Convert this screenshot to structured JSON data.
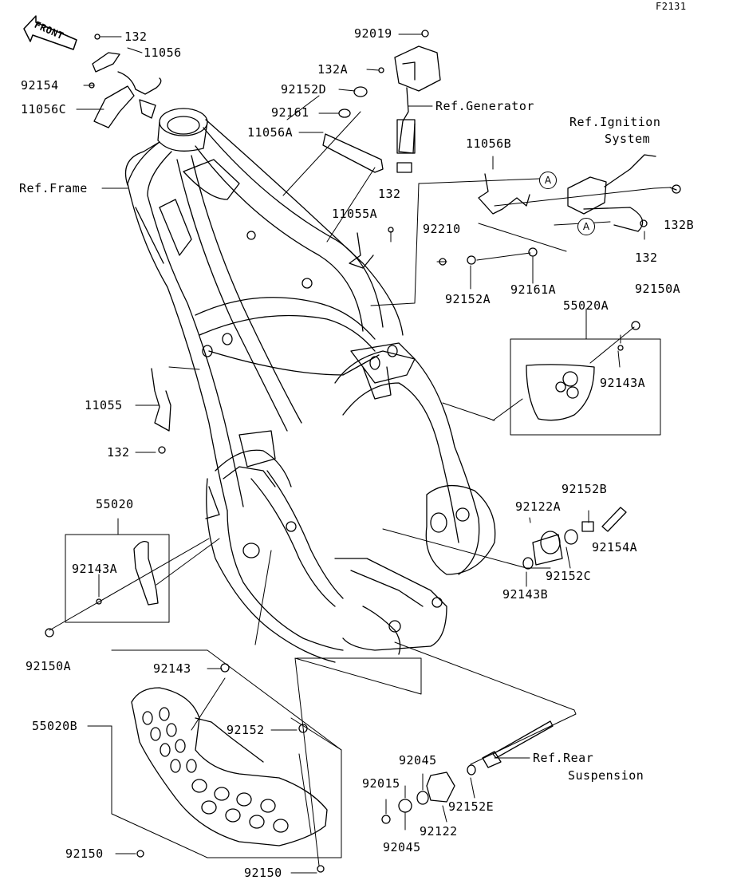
{
  "figure_code": "F2131",
  "front_label": "FRONT",
  "callout_letter": "A",
  "parts": {
    "p132_top": "132",
    "p11056": "11056",
    "p92154": "92154",
    "p11056C": "11056C",
    "ref_frame": "Ref.Frame",
    "p92019": "92019",
    "p132A": "132A",
    "p92152D": "92152D",
    "p92161": "92161",
    "p11056A": "11056A",
    "ref_generator": "Ref.Generator",
    "ref_ignition_1": "Ref.Ignition",
    "ref_ignition_2": "System",
    "p11056B": "11056B",
    "p132_mid": "132",
    "p11055A": "11055A",
    "p132B": "132B",
    "p132_right": "132",
    "p92210": "92210",
    "p92152A": "92152A",
    "p92161A": "92161A",
    "p92150A_top": "92150A",
    "p55020A": "55020A",
    "p92143A_right": "92143A",
    "p11055": "11055",
    "p132_left": "132",
    "p92152B": "92152B",
    "p92122A": "92122A",
    "p92154A": "92154A",
    "p92152C": "92152C",
    "p92143B": "92143B",
    "p55020": "55020",
    "p92143A_left": "92143A",
    "p92150A_left": "92150A",
    "p92143": "92143",
    "p55020B": "55020B",
    "p92152": "92152",
    "ref_rear_1": "Ref.Rear",
    "ref_rear_2": "Suspension",
    "p92045_top": "92045",
    "p92015": "92015",
    "p92152E": "92152E",
    "p92122": "92122",
    "p92045_bottom": "92045",
    "p92150_left": "92150",
    "p92150_bottom": "92150"
  }
}
